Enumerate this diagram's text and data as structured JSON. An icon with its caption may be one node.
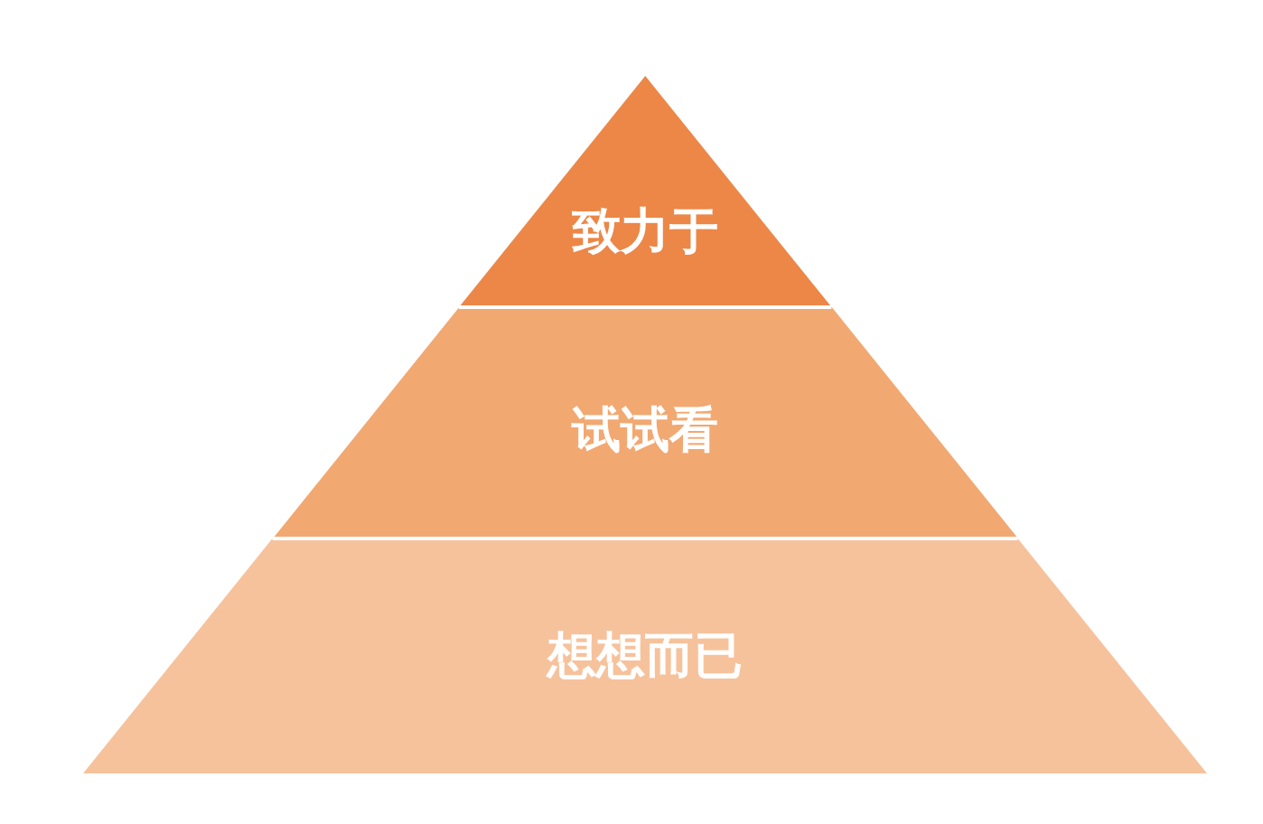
{
  "diagram": {
    "nodes": [
      {
        "text": [
          "致力于"
        ]
      },
      {
        "text": [
          "试试看"
        ]
      },
      {
        "text": [
          "想想而已"
        ]
      }
    ]
  }
}
